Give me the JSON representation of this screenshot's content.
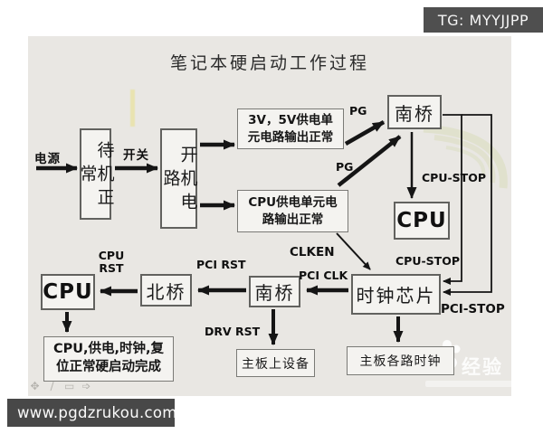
{
  "badge": {
    "text": "TG: MYYJJPP"
  },
  "footer": {
    "url": "www.pgdzrukou.com"
  },
  "watermark": {
    "brand": "经验"
  },
  "toolbar_icons": [
    {
      "name": "move-icon",
      "glyph": "✥"
    },
    {
      "name": "pencil-icon",
      "glyph": "∕"
    },
    {
      "name": "rectangle-icon",
      "glyph": "▭"
    },
    {
      "name": "arrow-icon",
      "glyph": "➩"
    }
  ],
  "colors": {
    "panel_bg": "#e9e7e3",
    "box_bg": "#f4f3f0",
    "box_border": "#62625f",
    "line": "#151515",
    "badge_bg": "#4f4f4f",
    "footer_bg": "#484848"
  },
  "diagram": {
    "title": "笔记本硬启动工作过程",
    "nodes": {
      "standby": "待机正常",
      "power_circuit": "开机电路",
      "supply_3v5v": {
        "line1": "3V，5V供电单",
        "line2": "元电路输出正常"
      },
      "cpu_supply": {
        "line1": "CPU供电单元电",
        "line2": "路输出正常"
      },
      "south_bridge_top": "南桥",
      "cpu_top": "CPU",
      "clock_chip": "时钟芯片",
      "cpu_left": "CPU",
      "north_bridge": "北桥",
      "south_bridge_bottom": "南桥",
      "boot_complete": {
        "line1": "CPU,供电,时钟,复",
        "line2": "位正常硬启动完成"
      },
      "mb_devices": "主板上设备",
      "mb_clocks": "主板各路时钟"
    },
    "signal_labels": {
      "power": "电源",
      "switch": "开关",
      "pg1": "PG",
      "pg2": "PG",
      "cpu_stop_top": "CPU-STOP",
      "cpu_stop_mid": "CPU-STOP",
      "pci_stop": "PCI-STOP",
      "clken": "CLKEN",
      "pci_clk": "PCI CLK",
      "pci_rst": "PCI RST",
      "cpu_rst_line1": "CPU",
      "cpu_rst_line2": "RST",
      "drv_rst": "DRV RST"
    }
  }
}
